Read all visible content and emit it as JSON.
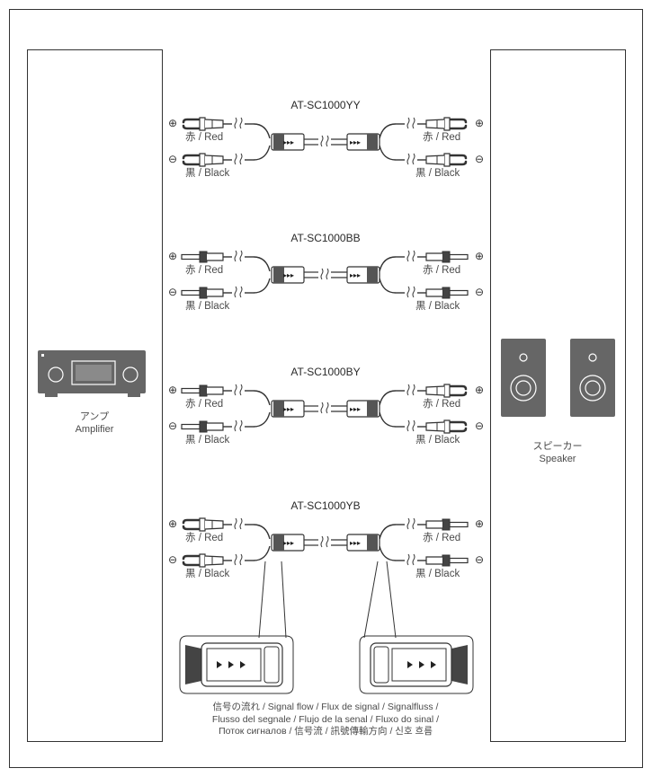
{
  "diagrams": [
    {
      "model": "AT-SC1000YY",
      "left_plug": "spade",
      "right_plug": "spade"
    },
    {
      "model": "AT-SC1000BB",
      "left_plug": "banana",
      "right_plug": "banana"
    },
    {
      "model": "AT-SC1000BY",
      "left_plug": "banana",
      "right_plug": "spade"
    },
    {
      "model": "AT-SC1000YB",
      "left_plug": "spade",
      "right_plug": "banana"
    }
  ],
  "labels": {
    "red": "赤 / Red",
    "black": "黒 / Black",
    "plus": "⊕",
    "minus": "⊖"
  },
  "amp": {
    "label_jp": "アンプ",
    "label_en": "Amplifier",
    "icon": "amplifier-icon"
  },
  "speaker": {
    "label_jp": "スピーカー",
    "label_en": "Speaker",
    "icon": "speaker-icon"
  },
  "signal_flow": {
    "line1": "信号の流れ / Signal flow / Flux de signal / Signalfluss /",
    "line2": "Flusso del segnale / Flujo de la senal / Fluxo do sinal /",
    "line3": "Поток сигналов / 信号流 / 訊號傳輸方向 / 신호 흐름"
  }
}
